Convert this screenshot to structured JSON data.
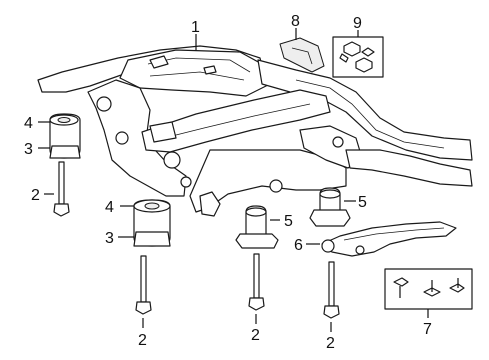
{
  "callouts": {
    "c1": "1",
    "c2a": "2",
    "c2b": "2",
    "c2c": "2",
    "c2d": "2",
    "c3a": "3",
    "c3b": "3",
    "c4a": "4",
    "c4b": "4",
    "c5a": "5",
    "c5b": "5",
    "c6": "6",
    "c7": "7",
    "c8": "8",
    "c9": "9"
  },
  "colors": {
    "line": "#111111",
    "background": "#ffffff"
  }
}
